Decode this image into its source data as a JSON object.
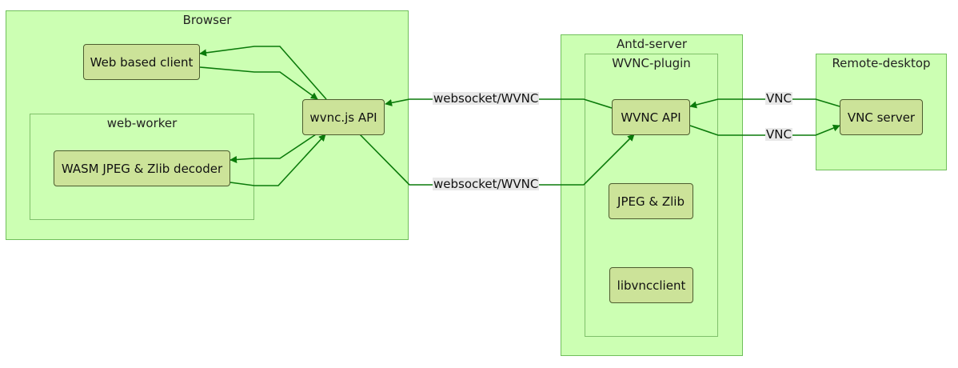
{
  "clusters": {
    "browser": "Browser",
    "web_worker": "web-worker",
    "antd_server": "Antd-server",
    "wvnc_plugin": "WVNC-plugin",
    "remote_desktop": "Remote-desktop"
  },
  "nodes": {
    "web_client": "Web based client",
    "wvncjs_api": "wvnc.js API",
    "wasm_decoder": "WASM JPEG & Zlib decoder",
    "wvnc_api": "WVNC API",
    "jpeg_zlib": "JPEG & Zlib",
    "libvncclient": "libvncclient",
    "vnc_server": "VNC server"
  },
  "edge_labels": {
    "ws_top": "websocket/WVNC",
    "ws_bottom": "websocket/WVNC",
    "vnc_top": "VNC",
    "vnc_bottom": "VNC"
  },
  "colors": {
    "edge": "#0a7a0a",
    "cluster_fill": "#ccffb3",
    "node_fill": "#cce399"
  }
}
